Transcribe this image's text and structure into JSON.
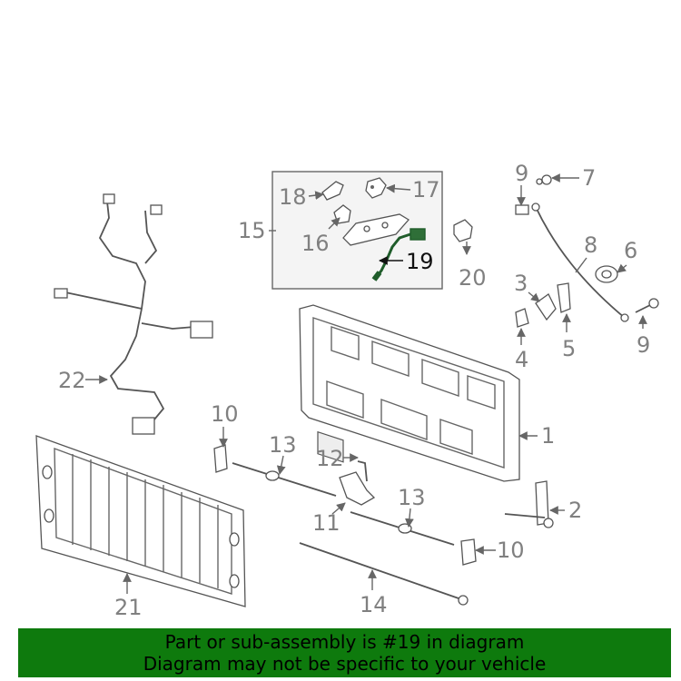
{
  "colors": {
    "banner_bg": "#0e7a0d",
    "highlight": "#1f5c2a",
    "label_gray": "#808080"
  },
  "banner": {
    "line1": "Part or sub-assembly is #19 in diagram",
    "line2": "Diagram may not be specific to your vehicle"
  },
  "highlighted_part": "19",
  "callouts": [
    {
      "id": "c1",
      "text": "1"
    },
    {
      "id": "c2",
      "text": "2"
    },
    {
      "id": "c3",
      "text": "3"
    },
    {
      "id": "c4",
      "text": "4"
    },
    {
      "id": "c5",
      "text": "5"
    },
    {
      "id": "c6",
      "text": "6"
    },
    {
      "id": "c7",
      "text": "7"
    },
    {
      "id": "c8",
      "text": "8"
    },
    {
      "id": "c9a",
      "text": "9"
    },
    {
      "id": "c9b",
      "text": "9"
    },
    {
      "id": "c10a",
      "text": "10"
    },
    {
      "id": "c10b",
      "text": "10"
    },
    {
      "id": "c11",
      "text": "11"
    },
    {
      "id": "c12",
      "text": "12"
    },
    {
      "id": "c13a",
      "text": "13"
    },
    {
      "id": "c13b",
      "text": "13"
    },
    {
      "id": "c14",
      "text": "14"
    },
    {
      "id": "c15",
      "text": "15"
    },
    {
      "id": "c16",
      "text": "16"
    },
    {
      "id": "c17",
      "text": "17"
    },
    {
      "id": "c18",
      "text": "18"
    },
    {
      "id": "c19",
      "text": "19"
    },
    {
      "id": "c20",
      "text": "20"
    },
    {
      "id": "c21",
      "text": "21"
    },
    {
      "id": "c22",
      "text": "22"
    }
  ]
}
